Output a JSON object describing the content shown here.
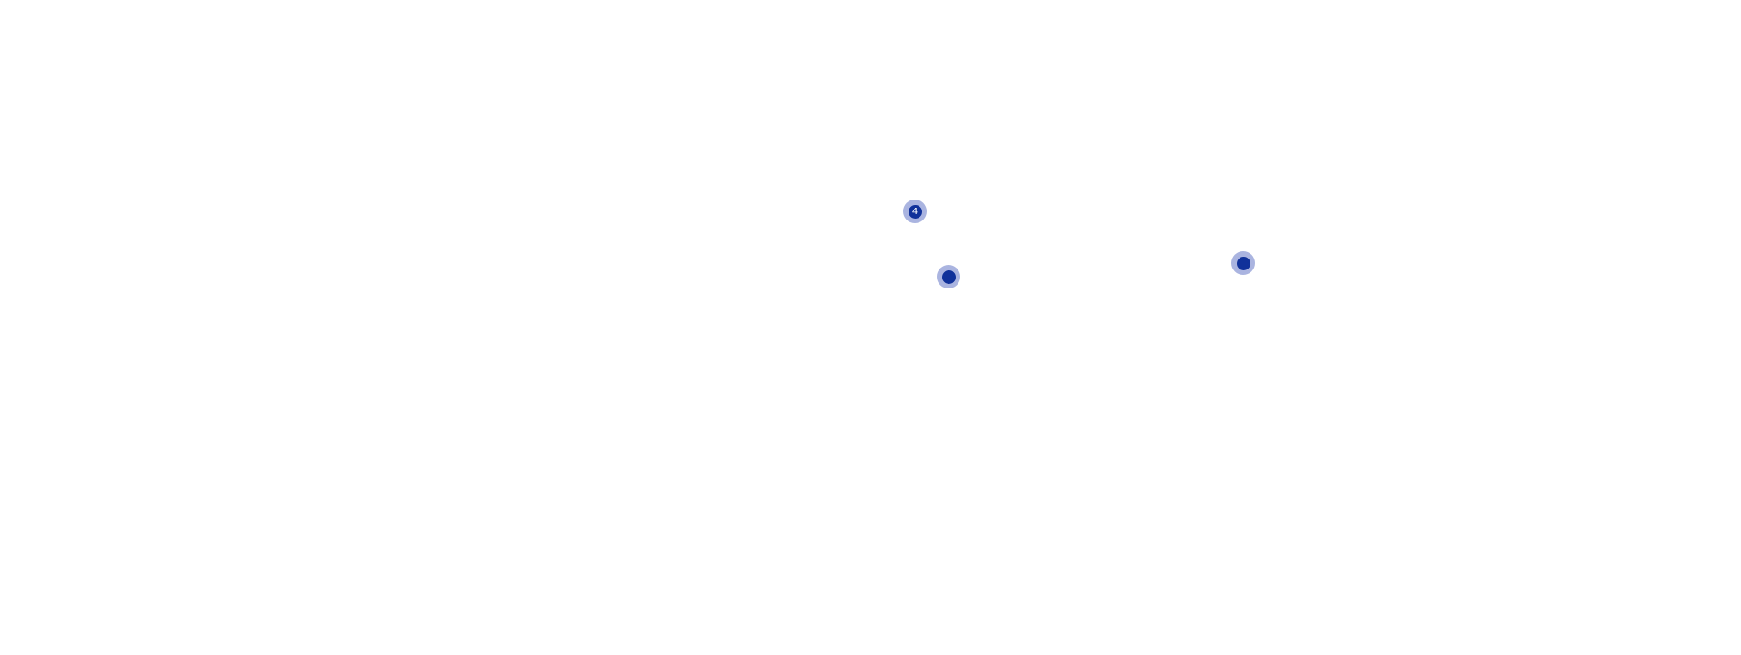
{
  "map": {
    "background_color": "#ffffff",
    "marker_halo_color": "#aab4e0",
    "marker_fill_color": "#10319a",
    "markers": [
      {
        "kind": "cluster",
        "count": "4",
        "icon": "cluster-marker-icon"
      },
      {
        "kind": "point",
        "count": "",
        "icon": "map-pin-icon"
      },
      {
        "kind": "point",
        "count": "",
        "icon": "map-pin-icon"
      }
    ]
  }
}
